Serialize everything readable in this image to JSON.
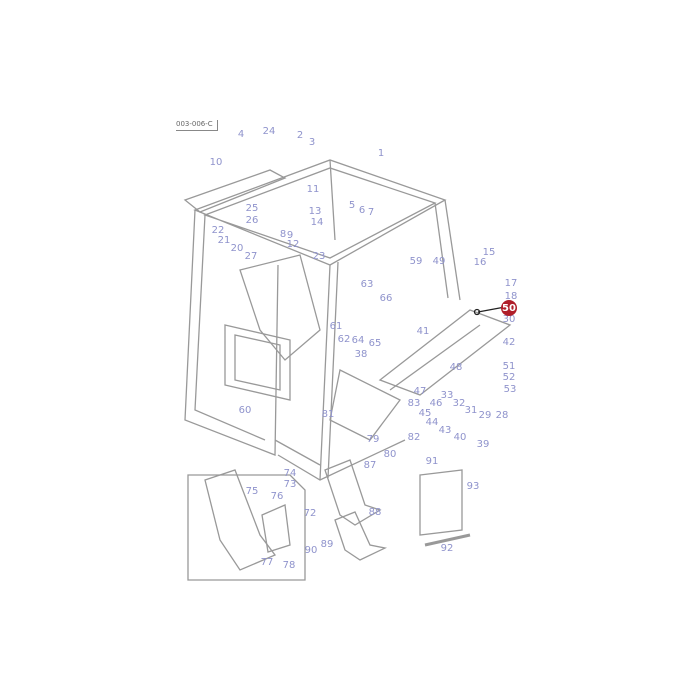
{
  "diagram": {
    "reference_code": "003-006-C",
    "highlight_color": "#b01e2a",
    "label_color": "#8f93cc",
    "highlighted_part": "50",
    "part_labels": [
      "4",
      "24",
      "2",
      "3",
      "1",
      "10",
      "11",
      "5",
      "6",
      "7",
      "25",
      "26",
      "13",
      "14",
      "22",
      "8",
      "9",
      "21",
      "12",
      "20",
      "27",
      "23",
      "15",
      "16",
      "59",
      "49",
      "17",
      "63",
      "18",
      "66",
      "30",
      "61",
      "41",
      "62",
      "64",
      "65",
      "42",
      "38",
      "48",
      "51",
      "52",
      "53",
      "47",
      "33",
      "46",
      "32",
      "60",
      "31",
      "83",
      "29",
      "28",
      "81",
      "45",
      "44",
      "43",
      "40",
      "79",
      "82",
      "39",
      "80",
      "91",
      "87",
      "74",
      "93",
      "73",
      "75",
      "76",
      "72",
      "88",
      "89",
      "90",
      "92",
      "77",
      "78"
    ]
  }
}
